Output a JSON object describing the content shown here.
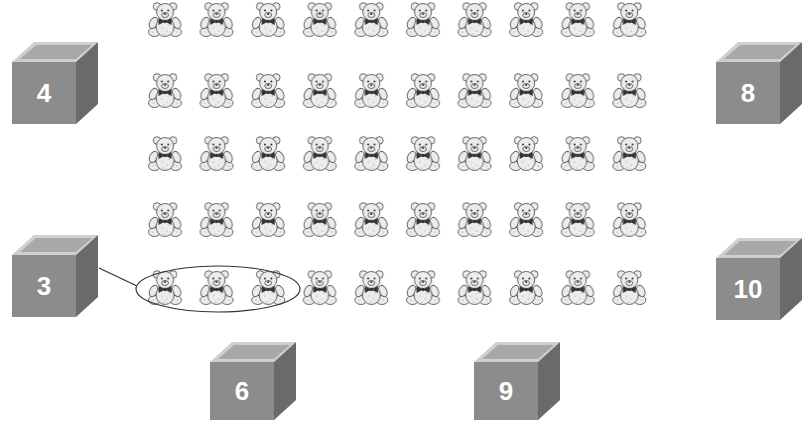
{
  "diagram": {
    "nodes": [
      {
        "text": [
          "4"
        ]
      },
      {
        "text": [
          "8"
        ]
      },
      {
        "text": [
          "3"
        ]
      },
      {
        "text": [
          "10"
        ]
      },
      {
        "text": [
          "6"
        ]
      },
      {
        "text": [
          "9"
        ]
      }
    ]
  }
}
